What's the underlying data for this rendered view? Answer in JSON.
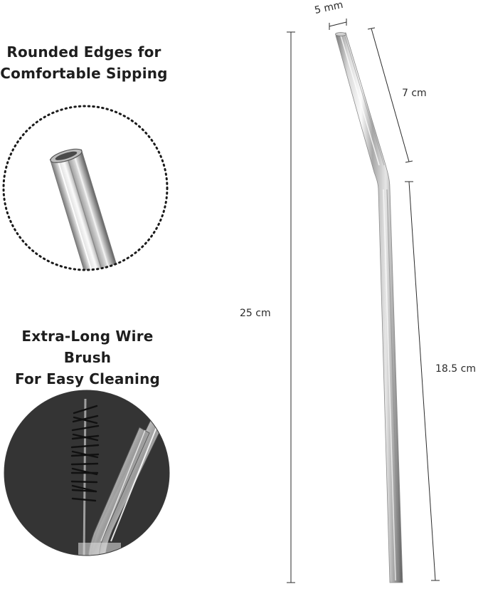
{
  "features": [
    {
      "line1": "Rounded Edges for",
      "line2": "Comfortable Sipping"
    },
    {
      "line1": "Extra-Long Wire Brush",
      "line2": "For Easy Cleaning"
    }
  ],
  "dimensions": {
    "diameter": "5 mm",
    "bent_section": "7 cm",
    "total_length": "25 cm",
    "straight_section": "18.5 cm"
  },
  "colors": {
    "background": "#ffffff",
    "text": "#1e1e1e",
    "steel_light": "#f4f4f4",
    "steel_dark": "#6e6e6e",
    "brush_background": "#3a3a3a"
  }
}
